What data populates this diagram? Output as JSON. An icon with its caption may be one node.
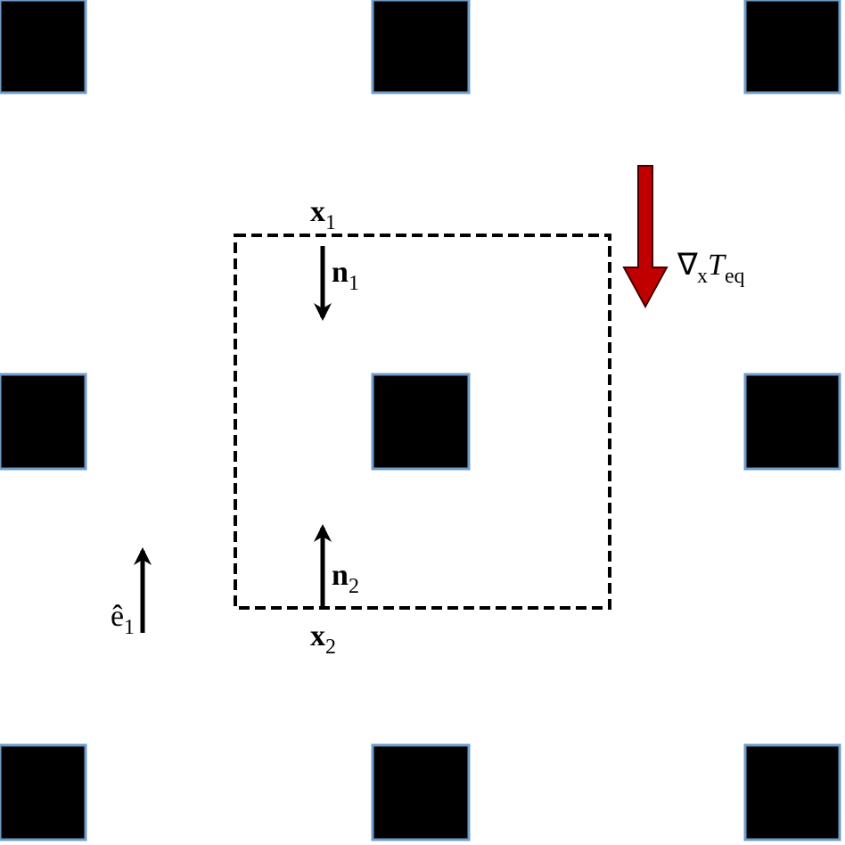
{
  "diagram": {
    "labels": [
      "**x**$_{1}$",
      "**n**$_{1}$",
      "∇$_{x}$*T*$_{eq}$",
      "**n**$_{2}$",
      "ê$_{1}$",
      "**x**$_{2}$"
    ]
  }
}
